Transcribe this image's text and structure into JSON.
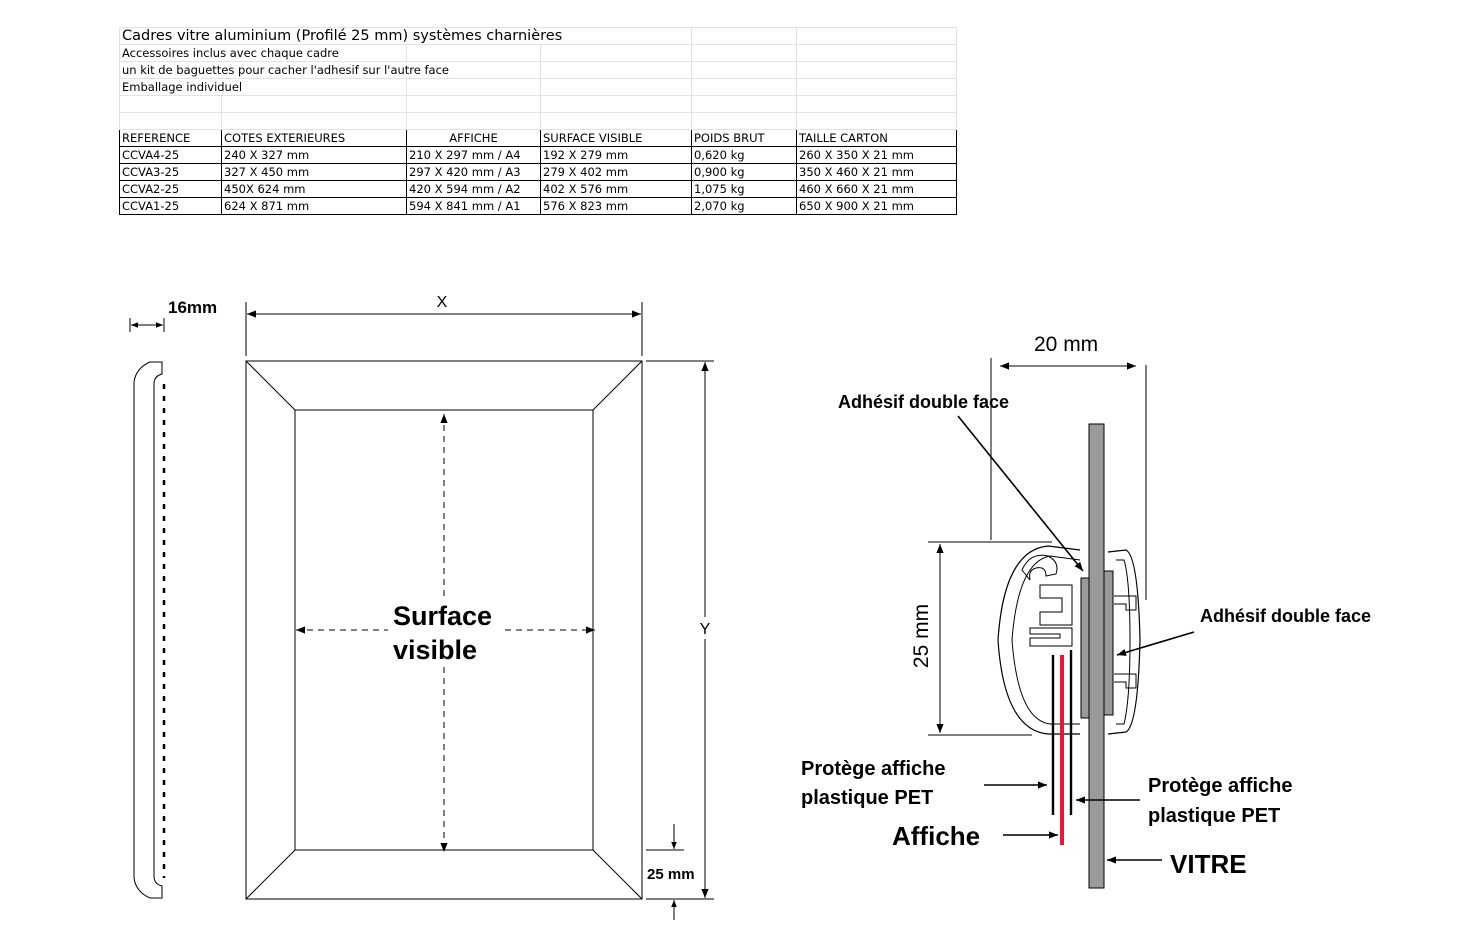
{
  "sheet": {
    "title": "Cadres vitre aluminium (Profilé 25 mm) systèmes charnières",
    "notes": [
      "Accessoires inclus avec chaque cadre",
      "un kit de baguettes pour cacher l'adhesif sur l'autre face",
      "Emballage individuel"
    ],
    "headers": [
      "REFERENCE",
      "COTES EXTERIEURES",
      "AFFICHE",
      "SURFACE VISIBLE",
      "POIDS BRUT",
      "TAILLE CARTON"
    ],
    "rows": [
      [
        "CCVA4-25",
        "240 X 327 mm",
        "210 X 297 mm / A4",
        "192 X 279 mm",
        "0,620 kg",
        "260 X 350 X 21 mm"
      ],
      [
        "CCVA3-25",
        "327 X 450 mm",
        "297 X 420 mm / A3",
        "279 X 402 mm",
        "0,900 kg",
        "350 X 460 X 21 mm"
      ],
      [
        "CCVA2-25",
        "450X 624 mm",
        "420 X 594 mm / A2",
        "402 X 576 mm",
        "1,075 kg",
        "460 X 660 X 21 mm"
      ],
      [
        "CCVA1-25",
        "624 X 871 mm",
        "594 X 841 mm / A1",
        "576 X 823 mm",
        "2,070 kg",
        "650 X 900 X 21 mm"
      ]
    ]
  },
  "front_view": {
    "side_depth": "16mm",
    "width_label": "X",
    "height_label": "Y",
    "center_line1": "Surface",
    "center_line2": "visible",
    "profile_label": "25 mm"
  },
  "section_view": {
    "depth_label": "20 mm",
    "profile_label": "25 mm",
    "adhesive_top": "Adhésif double face",
    "adhesive_right": "Adhésif double face",
    "pet_left_line1": "Protège affiche",
    "pet_left_line2": "plastique PET",
    "pet_right_line1": "Protège affiche",
    "pet_right_line2": "plastique PET",
    "poster": "Affiche",
    "glass": "VITRE"
  },
  "colors": {
    "poster": "#e8173a",
    "glass": "#9a9a9a",
    "line": "#000000"
  }
}
